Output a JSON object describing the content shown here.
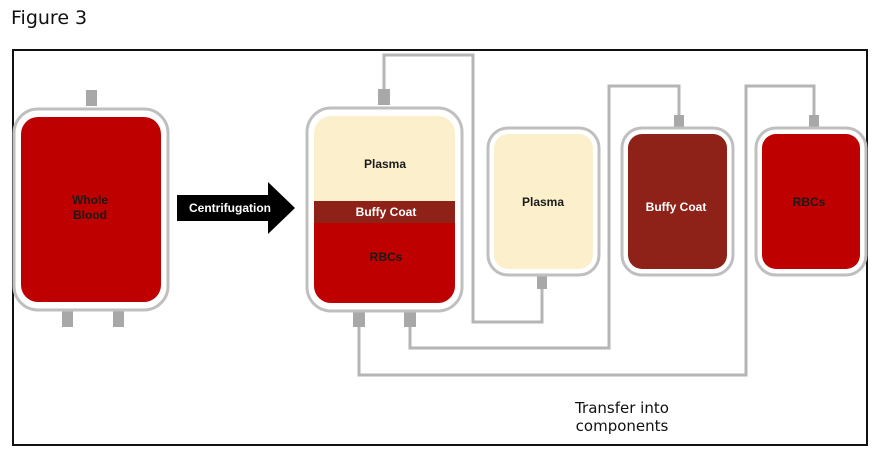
{
  "figure": {
    "caption": "Figure 3"
  },
  "whole_blood_bag": {
    "label_line1": "Whole",
    "label_line2": "Blood",
    "color": "#be0000"
  },
  "arrow": {
    "label": "Centrifugation",
    "color": "#000000"
  },
  "centrifuged_bag": {
    "layers": {
      "plasma": "Plasma",
      "buffy_coat": "Buffy Coat",
      "rbcs": "RBCs"
    }
  },
  "component_bags": {
    "plasma": {
      "label": "Plasma",
      "color": "#fcf0cc"
    },
    "buffy_coat": {
      "label": "Buffy Coat",
      "color": "#8e2218"
    },
    "rbcs": {
      "label": "RBCs",
      "color": "#be0000"
    }
  },
  "note": {
    "line1": "Transfer into",
    "line2": "components"
  },
  "colors": {
    "bag_outline": "#bfbfbf",
    "tube": "#b5b5b5",
    "port": "#a8a8a8",
    "plasma": "#fcf0cc",
    "buffy_coat": "#8e2218",
    "rbc": "#be0000"
  }
}
